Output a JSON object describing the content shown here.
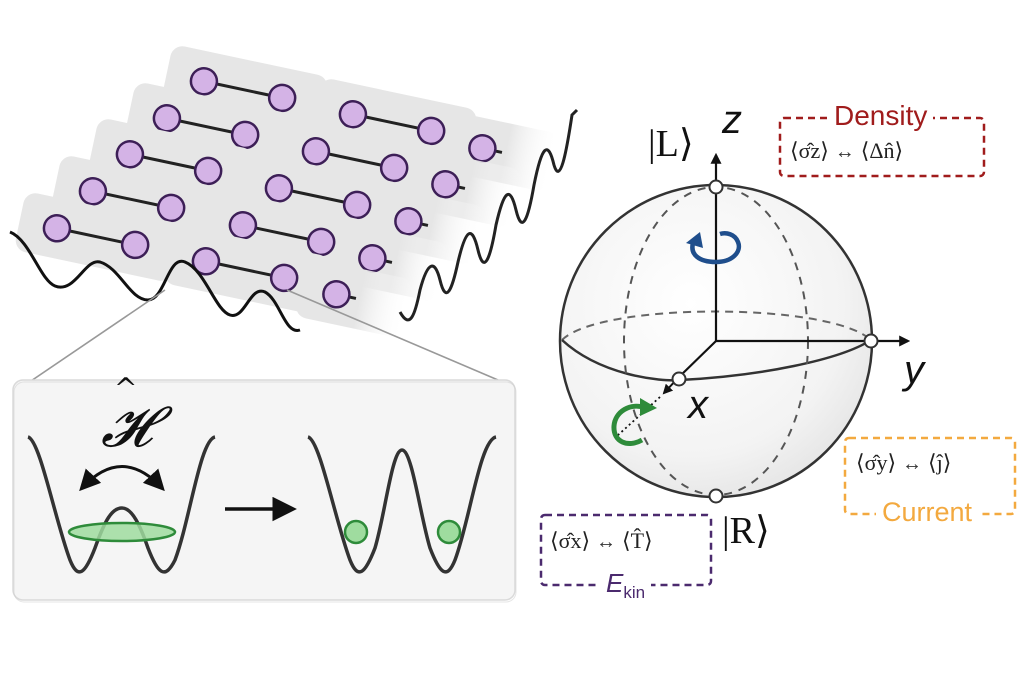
{
  "figure": {
    "description": "Quantum simulator lattice of double-well dimers mapped to a Bloch sphere",
    "lattice": {
      "rows": 5,
      "columns_full": 2,
      "columns_partial": 1,
      "dimer_color": "#d4b3e6",
      "dimer_stroke": "#3d1f57",
      "tile_color": "#e6e6e6"
    },
    "inset": {
      "hamiltonian_symbol": "𝓗",
      "hamiltonian_hat": "^",
      "state_fill": "#9fdc9f",
      "state_stroke": "#2e8b3a",
      "arrow_label": "→"
    },
    "bloch_sphere": {
      "axes": {
        "z": "z",
        "y": "y",
        "x": "x"
      },
      "kets": {
        "top": "|L⟩",
        "bottom": "|R⟩"
      },
      "rotation_colors": {
        "z_rotation": "#1f4e8c",
        "x_rotation": "#2e8b3a"
      }
    },
    "annotations": {
      "density": {
        "title": "Density",
        "lhs": "⟨σ̂z⟩",
        "arrow": "↔",
        "rhs": "⟨Δn̂⟩",
        "color": "#a01c1c"
      },
      "current": {
        "title": "Current",
        "lhs": "⟨σ̂y⟩",
        "arrow": "↔",
        "rhs": "⟨ĵ⟩",
        "color": "#f3a93f"
      },
      "kinetic": {
        "title_main": "E",
        "title_sub": "kin",
        "lhs": "⟨σ̂x⟩",
        "arrow": "↔",
        "rhs": "⟨T̂⟩",
        "color": "#4b2a6e"
      }
    }
  }
}
